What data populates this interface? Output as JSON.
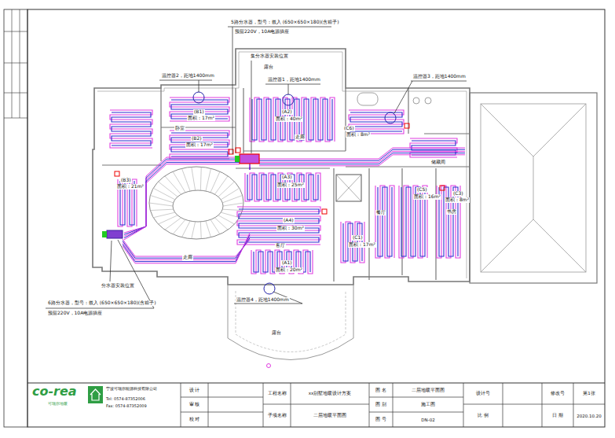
{
  "diagram": {
    "labels": [
      "5路分水器，型号：嵌入 (650×650×180)(含箱子)",
      "预留220V，10A电源插座",
      "集分水器安装位置",
      "露台",
      "温控器1，距地1400mm",
      "温控器2，距地1400mm",
      "温控器3，距地1400mm",
      "(B1)",
      "面积：17m²",
      "卧室",
      "(B2)",
      "面积：17m²",
      "(A2)",
      "面积：40m²",
      "走廊",
      "(C6)",
      "面积：8m²",
      "储藏间",
      "(B3)",
      "面积：21m²",
      "(A3)",
      "面积：25m²",
      "(A4)",
      "面积：30m²",
      "客厅",
      "(A1)",
      "面积：20m²",
      "(C1)",
      "面积：17m²",
      "餐厅",
      "(C5)",
      "面积：16m²",
      "(C3)",
      "面积：8m²",
      "书房",
      "走廊",
      "温控器4，距地1400mm",
      "露台",
      "6路分水器，型号：嵌入 (650×650×180)(含箱子)",
      "预留220V，10A电源插座",
      "分水器安装位置",
      "co-rea",
      "可瑞尔地暖",
      "宁波可瑞尔能源科技有限公司",
      "Tel: 0574-87352006",
      "Fax: 0574-87352009",
      "设 计",
      "审 核",
      "校 对",
      "工程名称",
      "子项名称",
      "xx别墅地暖设计方案",
      "二层地暖平面图",
      "图 名",
      "图 别",
      "图 号",
      "二层地暖平面图",
      "施工图",
      "DN-02",
      "设计号",
      "比 例",
      "修改号",
      "日 期",
      "第1张",
      "2020.10.20"
    ]
  }
}
